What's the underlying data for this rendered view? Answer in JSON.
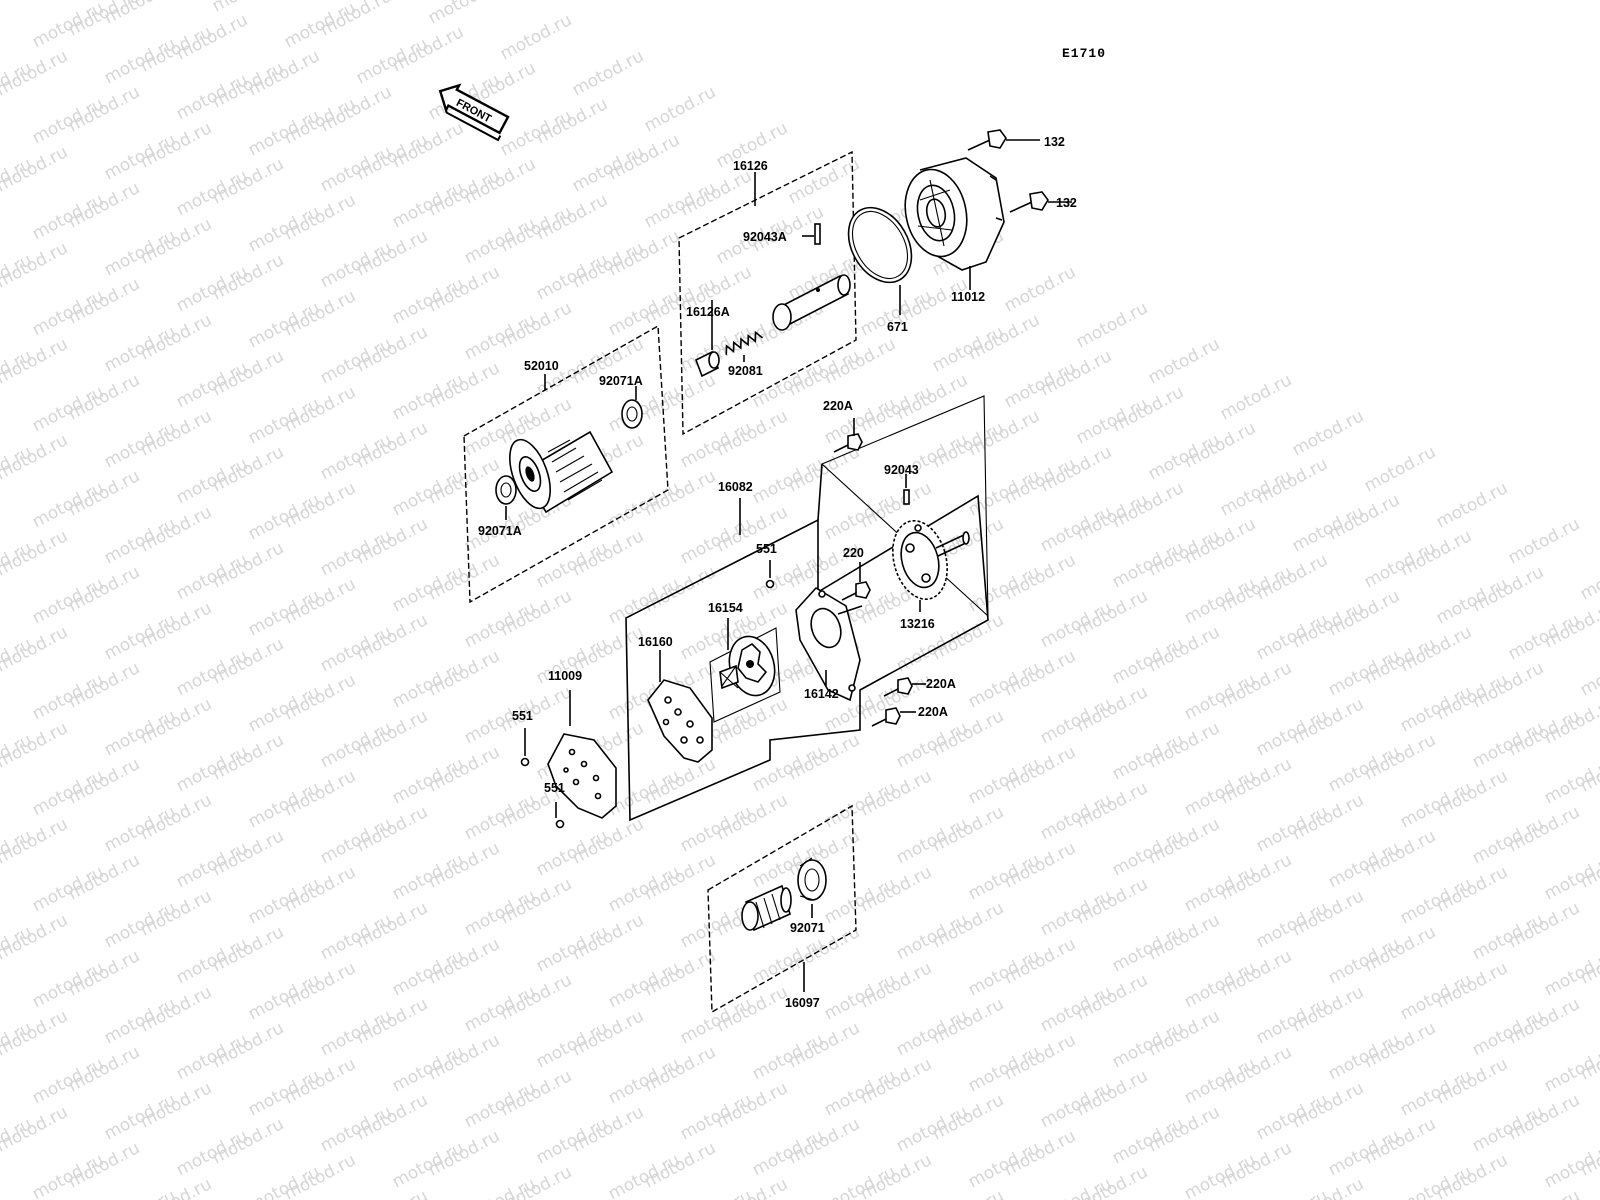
{
  "watermark": "motod.ru",
  "diagram_code": "E1710",
  "front_label": "FRONT",
  "parts": {
    "p132_a": "132",
    "p132_b": "132",
    "p11012": "11012",
    "p671": "671",
    "p16126": "16126",
    "p92043A": "92043A",
    "p16126A": "16126A",
    "p92081": "92081",
    "p52010": "52010",
    "p92071A_a": "92071A",
    "p92071A_b": "92071A",
    "p220A_top": "220A",
    "p16082": "16082",
    "p92043": "92043",
    "p551_a": "551",
    "p220": "220",
    "p16154": "16154",
    "p16160": "16160",
    "p13216": "13216",
    "p11009": "11009",
    "p551_b": "551",
    "p551_c": "551",
    "p16142": "16142",
    "p220A_mid": "220A",
    "p220A_low": "220A",
    "p92071": "92071",
    "p16097": "16097"
  }
}
